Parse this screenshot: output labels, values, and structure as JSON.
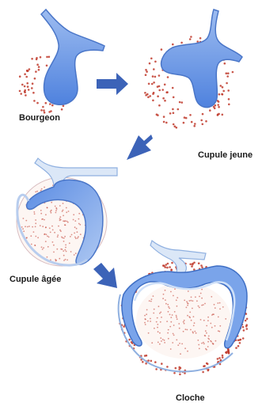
{
  "stages": [
    {
      "key": "bourgeon",
      "label": "Bourgeon"
    },
    {
      "key": "cupule_jeune",
      "label": "Cupule jeune"
    },
    {
      "key": "cupule_agee",
      "label": "Cupule âgée"
    },
    {
      "key": "cloche",
      "label": "Cloche"
    }
  ],
  "colors": {
    "epithelium_fill": "#6f9be8",
    "epithelium_light": "#c9d9f5",
    "epithelium_stroke": "#4a76c8",
    "mesenchyme_dot": "#c0392b",
    "arrow": "#3c63b8"
  },
  "icons": [
    "arrow-right-icon",
    "arrow-down-left-icon",
    "arrow-down-right-icon"
  ]
}
